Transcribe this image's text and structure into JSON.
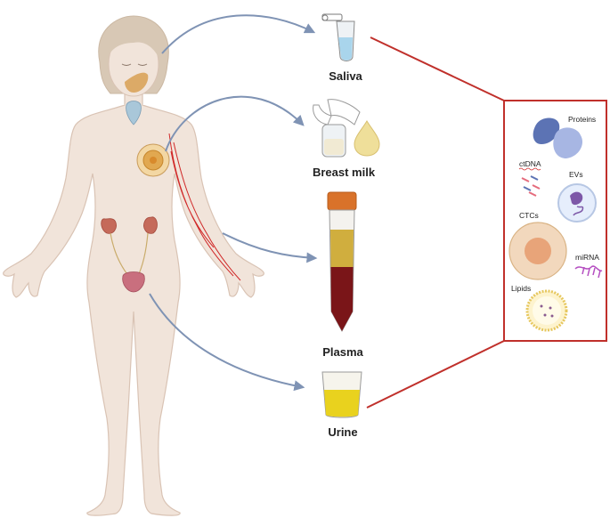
{
  "samples": {
    "saliva": "Saliva",
    "breast_milk": "Breast milk",
    "plasma": "Plasma",
    "urine": "Urine"
  },
  "biomarkers": {
    "proteins": "Proteins",
    "ctdna": "ctDNA",
    "evs": "EVs",
    "ctcs": "CTCs",
    "mirna": "miRNA",
    "lipids": "Lipids"
  },
  "colors": {
    "skin": "#f1e4da",
    "skin_outline": "#d9c3b4",
    "hair": "#d8c8b5",
    "arrow": "#7f93b4",
    "panel_border": "#c0302b",
    "plasma_red": "#7a1518",
    "plasma_yellow": "#c9a21e",
    "tube_cap": "#d9722a",
    "urine": "#e9d21e"
  },
  "icons": [
    "saliva-tube-icon",
    "breast-pump-icon",
    "milk-drop-icon",
    "plasma-tube-icon",
    "urine-cup-icon"
  ]
}
